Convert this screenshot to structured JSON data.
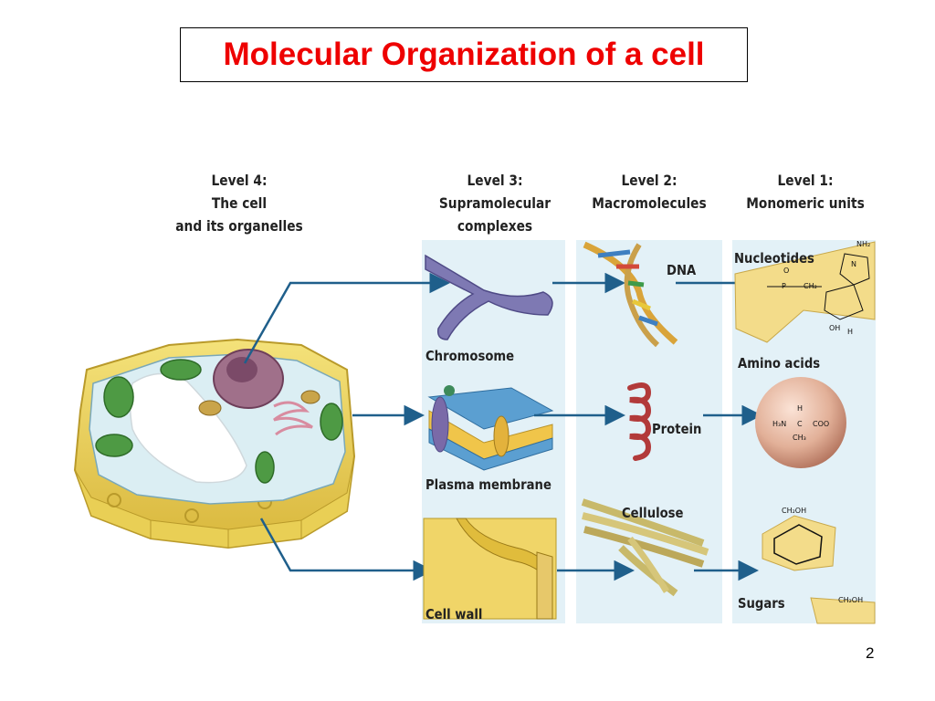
{
  "slide": {
    "title": "Molecular Organization of a cell",
    "page_number": "2"
  },
  "levels": {
    "level4": [
      "Level 4:",
      "The cell",
      "and its organelles"
    ],
    "level3": [
      "Level 3:",
      "Supramolecular",
      "complexes"
    ],
    "level2": [
      "Level 2:",
      "Macromolecules"
    ],
    "level1": [
      "Level 1:",
      "Monomeric units"
    ]
  },
  "labels": {
    "chromosome": "Chromosome",
    "plasma_membrane": "Plasma membrane",
    "cell_wall": "Cell wall",
    "dna": "DNA",
    "protein": "Protein",
    "cellulose": "Cellulose",
    "nucleotides": "Nucleotides",
    "amino_acids": "Amino acids",
    "sugars": "Sugars"
  },
  "chem_labels": {
    "nh2": "NH₂",
    "n": "N",
    "o": "O",
    "p": "P",
    "ch2": "CH₂",
    "h": "H",
    "oh": "OH",
    "amino_h": "H",
    "amino_left": "H₃N",
    "amino_c": "C",
    "amino_coo": "COO",
    "amino_ch3": "CH₃",
    "ch2oh": "CH₂OH"
  },
  "colors": {
    "title": "#ee0000",
    "arrow": "#1f5f8b",
    "panel": "#e3f1f7",
    "monomer_bg": "#f3dc8a"
  }
}
